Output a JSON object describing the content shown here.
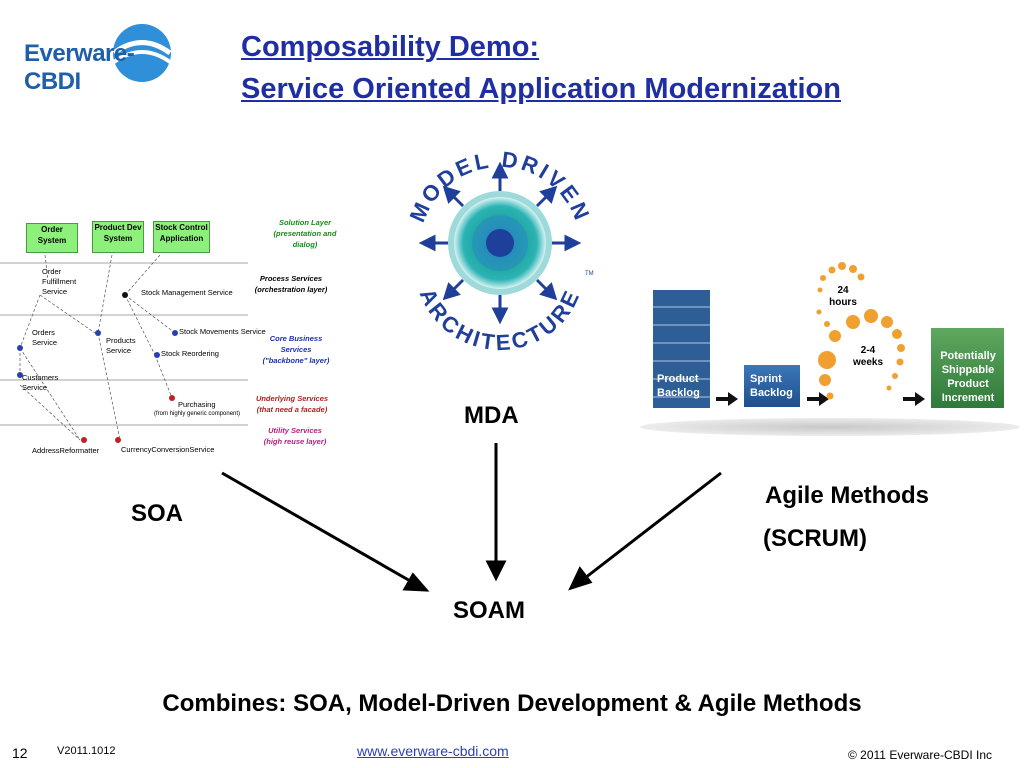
{
  "logo": {
    "text": "Everware-CBDI"
  },
  "title": {
    "line1": "Composability Demo:",
    "line2": "Service Oriented Application Modernization"
  },
  "soa_diagram": {
    "green_boxes": [
      "Order System",
      "Product Dev System",
      "Stock Control Application"
    ],
    "layers": [
      {
        "label": "Solution Layer (presentation and dialog)",
        "color": "#1a8a1a"
      },
      {
        "label": "Process Services (orchestration layer)",
        "color": "#000000"
      },
      {
        "label": "Core Business Services (\"backbone\" layer)",
        "color": "#1a2fb0"
      },
      {
        "label": "Underlying Services (that need a facade)",
        "color": "#b02020"
      },
      {
        "label": "Utility Services (high reuse layer)",
        "color": "#b02080"
      }
    ],
    "services": {
      "order_fulfillment": "Order Fulfillment Service",
      "stock_management": "Stock Management Service",
      "orders": "Orders Service",
      "products": "Products Service",
      "stock_movements": "Stock Movements Service",
      "stock_reordering": "Stock Reordering",
      "customers": "Customers Service",
      "purchasing": "Purchasing",
      "purchasing_note": "(from highly generic component)",
      "address_reformatter": "AddressReformatter",
      "currency_conversion": "CurrencyConversionService"
    }
  },
  "mda_logo": {
    "top_text": "MODEL DRIVEN",
    "bottom_text": "ARCHITECTURE",
    "tm": "TM"
  },
  "scrum": {
    "product_backlog": "Product Backlog",
    "sprint_backlog": "Sprint Backlog",
    "hours": "24 hours",
    "weeks": "2-4 weeks",
    "increment": "Potentially Shippable Product Increment"
  },
  "labels": {
    "mda": "MDA",
    "soa": "SOA",
    "agile_line1": "Agile Methods",
    "agile_line2": "(SCRUM)",
    "soam": "SOAM"
  },
  "combines": "Combines: SOA, Model-Driven Development & Agile Methods",
  "footer": {
    "page_number": "12",
    "version": "V2011.1012",
    "url": "www.everware-cbdi.com",
    "copyright": "© 2011 Everware-CBDI Inc"
  }
}
